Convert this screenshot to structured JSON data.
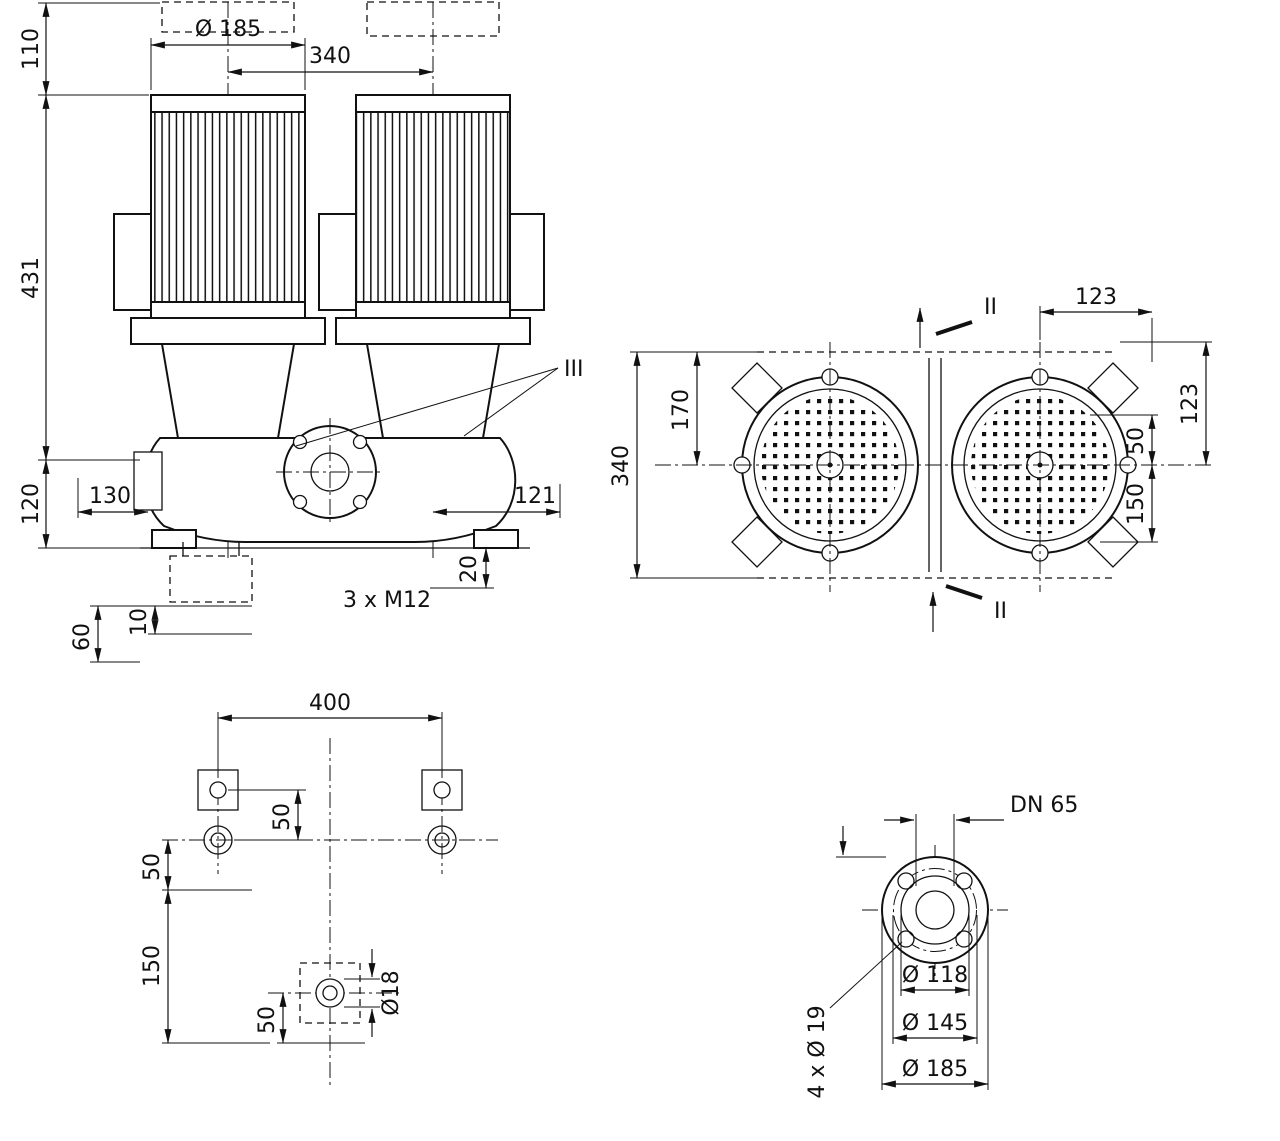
{
  "drawing": {
    "front_view": {
      "motor_dia": "Ø 185",
      "motor_spacing": "340",
      "h_top": "110",
      "h_motor": "431",
      "h_base": "120",
      "port_left": "130",
      "port_right": "121",
      "base_20": "20",
      "bolts": "3 x M12",
      "port_60": "60",
      "port_10": "10",
      "section_mark": "III"
    },
    "plan_view": {
      "dim_123_top": "123",
      "dim_50_right": "50",
      "dim_123_right": "123",
      "dim_170_left": "170",
      "dim_340_left": "340",
      "dim_150_right": "150",
      "section_top": "II",
      "section_bottom": "II"
    },
    "foundation_view": {
      "dim_400": "400",
      "dim_50_holes": "50",
      "dim_50_left": "50",
      "dim_150_left": "150",
      "dim_50_bottom": "50",
      "hole_dia": "Ø18"
    },
    "flange_view": {
      "nominal": "DN 65",
      "dia_118": "Ø 118",
      "dia_145": "Ø 145",
      "dia_185": "Ø 185",
      "bolt_holes": "4 x Ø 19"
    }
  }
}
